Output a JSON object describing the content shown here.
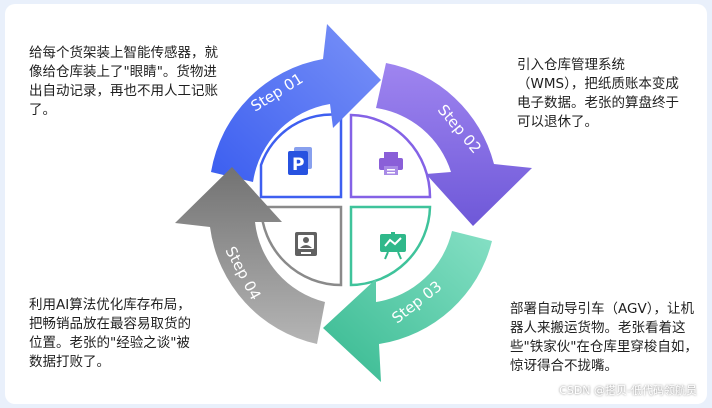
{
  "notes": [
    {
      "id": "n1",
      "text": "给每个货架装上智能传感器，就像给仓库装上了\"眼睛\"。货物进出自动记录，再也不用人工记账了。"
    },
    {
      "id": "n2",
      "text": "引入仓库管理系统（WMS），把纸质账本变成电子数据。老张的算盘终于可以退休了。"
    },
    {
      "id": "n3",
      "text": "利用AI算法优化库存布局，把畅销品放在最容易取货的位置。老张的\"经验之谈\"被数据打败了。"
    },
    {
      "id": "n4",
      "text": "部署自动导引车（AGV），让机器人来搬运货物。老张看着这些\"铁家伙\"在仓库里穿梭自如，惊讶得合不拢嘴。"
    }
  ],
  "steps": [
    {
      "label": "Step 01",
      "color": "#4a6cf0",
      "icon": "presentation-p-icon"
    },
    {
      "label": "Step 02",
      "color": "#8b6ee6",
      "icon": "printer-icon"
    },
    {
      "label": "Step 03",
      "color": "#4fc9a6",
      "icon": "easel-chart-icon"
    },
    {
      "label": "Step 04",
      "color": "#8c8c8c",
      "icon": "contact-card-icon"
    }
  ],
  "watermark": "CSDN @搭贝-低代码领航员"
}
